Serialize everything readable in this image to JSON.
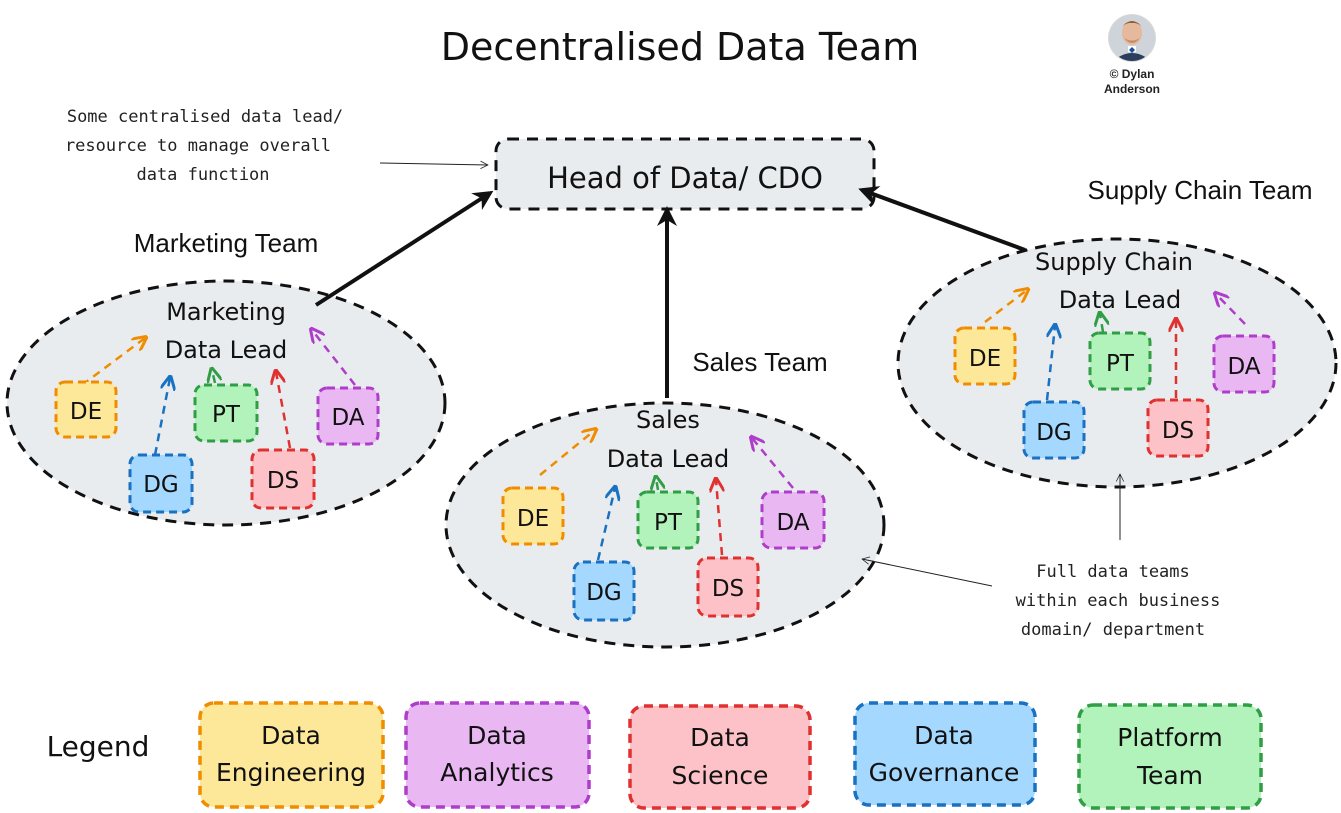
{
  "title": "Decentralised Data Team",
  "author": {
    "copyright_line": "© Dylan",
    "name_line": "Anderson"
  },
  "central": {
    "label": "Head of Data/ CDO",
    "note_lines": [
      "Some centralised data lead/",
      "resource to manage overall",
      "data function"
    ]
  },
  "teams": {
    "marketing": {
      "team_label": "Marketing Team",
      "lead_lines": [
        "Marketing",
        "Data Lead"
      ]
    },
    "sales": {
      "team_label": "Sales Team",
      "lead_lines": [
        "Sales",
        "Data Lead"
      ]
    },
    "supply_chain": {
      "team_label": "Supply Chain Team",
      "lead_lines": [
        "Supply Chain",
        "Data Lead"
      ]
    }
  },
  "roles": {
    "de": {
      "abbr": "DE",
      "color_fill": "#fde89a",
      "color_stroke": "#f08c00"
    },
    "da": {
      "abbr": "DA",
      "color_fill": "#e9b8f3",
      "color_stroke": "#ae3ec9"
    },
    "ds": {
      "abbr": "DS",
      "color_fill": "#fcc2c7",
      "color_stroke": "#e03131"
    },
    "dg": {
      "abbr": "DG",
      "color_fill": "#a5d8ff",
      "color_stroke": "#1971c2"
    },
    "pt": {
      "abbr": "PT",
      "color_fill": "#b2f2bb",
      "color_stroke": "#2f9e44"
    }
  },
  "bubble_fill": "#e9ecef",
  "note_full_teams_lines": [
    "Full data teams",
    "within each business",
    "domain/ department"
  ],
  "legend": {
    "label": "Legend",
    "items": [
      {
        "lines": [
          "Data",
          "Engineering"
        ]
      },
      {
        "lines": [
          "Data",
          "Analytics"
        ]
      },
      {
        "lines": [
          "Data",
          "Science"
        ]
      },
      {
        "lines": [
          "Data",
          "Governance"
        ]
      },
      {
        "lines": [
          "Platform",
          "Team"
        ]
      }
    ]
  }
}
